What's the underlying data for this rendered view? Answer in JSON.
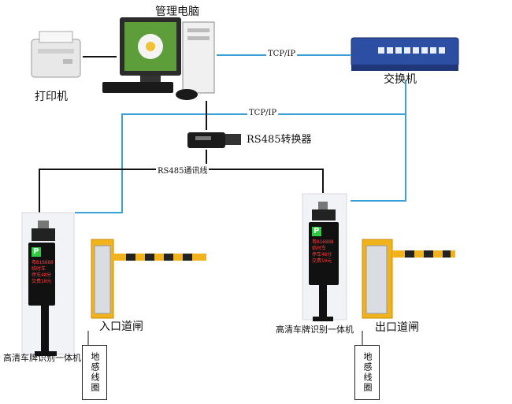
{
  "diagram": {
    "labels": {
      "management_pc": "管理电脑",
      "printer": "打印机",
      "switch": "交换机",
      "tcpip_top": "TCP/IP",
      "tcpip_mid": "TCP/IP",
      "rs485_converter": "RS485转换器",
      "rs485_line": "RS485通讯线",
      "entry_gate": "入口道闸",
      "exit_gate": "出口道闸",
      "camera_left": "高清车牌识别一体机",
      "camera_right": "高清车牌识别一体机",
      "loop_left": "地感线圈",
      "loop_right": "地感线圈"
    },
    "display": {
      "logo": "P",
      "lines": [
        "粤B16888",
        "临时车",
        "停车48分",
        "交费10元"
      ]
    },
    "colors": {
      "tcpip_line": "#3aa0d6",
      "serial_line": "#111111",
      "barrier_yellow": "#f2b21b",
      "barrier_stripe": "#222222",
      "switch_blue": "#2c4fa3",
      "led_green": "#2ecc40"
    }
  }
}
